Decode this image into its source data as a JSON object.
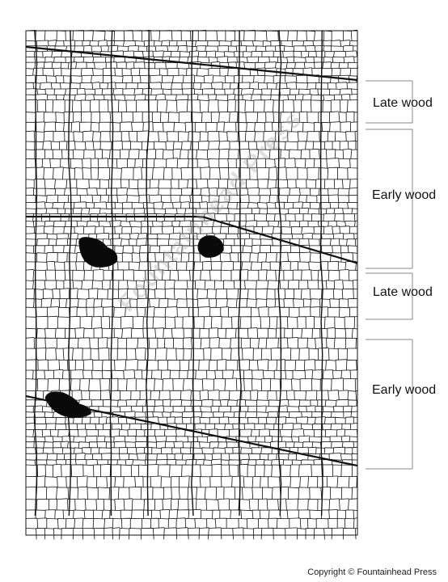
{
  "labels": [
    {
      "id": "late1",
      "text": "Late wood"
    },
    {
      "id": "early1",
      "text": "Early wood"
    },
    {
      "id": "late2",
      "text": "Late wood"
    },
    {
      "id": "early2",
      "text": "Early wood"
    }
  ],
  "copyright": "Copyright © Fountainhead Press",
  "watermark": "Fountainhead Press",
  "colors": {
    "ink": "#111111",
    "bracket": "#888888",
    "background": "#ffffff"
  }
}
